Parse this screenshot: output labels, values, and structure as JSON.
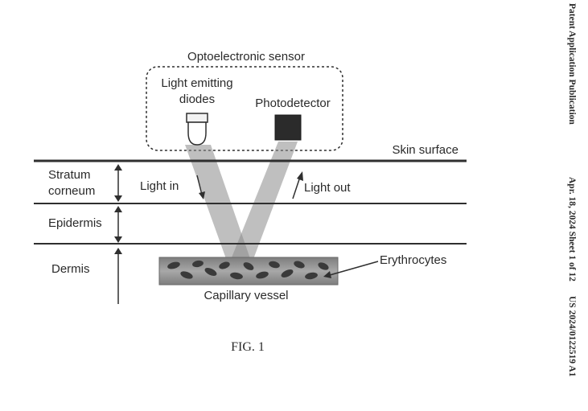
{
  "header": {
    "publication": "Patent Application Publication",
    "date_sheet": "Apr. 18, 2024  Sheet 1 of 12",
    "number": "US 2024/0122519 A1"
  },
  "diagram": {
    "sensor_label": "Optoelectronic sensor",
    "led_label_line1": "Light emitting",
    "led_label_line2": "diodes",
    "photodetector_label": "Photodetector",
    "skin_surface_label": "Skin surface",
    "stratum_line1": "Stratum",
    "stratum_line2": "corneum",
    "epidermis_label": "Epidermis",
    "dermis_label": "Dermis",
    "light_in_label": "Light in",
    "light_out_label": "Light out",
    "erythrocytes_label": "Erythrocytes",
    "capillary_label": "Capillary vessel"
  },
  "caption": "FIG. 1",
  "colors": {
    "line": "#2f2f2f",
    "beam": "#8a8a8a",
    "vessel": "#9a9a9a",
    "cell": "#3a3a3a"
  }
}
